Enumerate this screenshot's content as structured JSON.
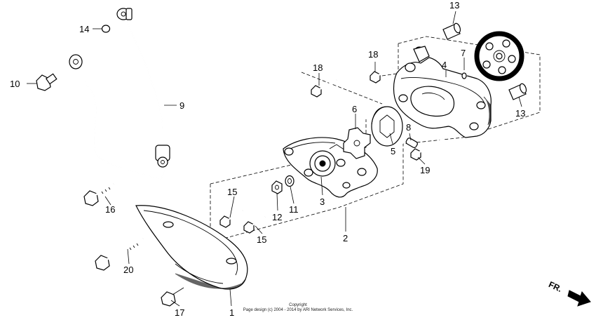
{
  "diagram": {
    "labels": {
      "p1": "1",
      "p2": "2",
      "p3": "3",
      "p4": "4",
      "p5": "5",
      "p6": "6",
      "p7": "7",
      "p8": "8",
      "p9": "9",
      "p10": "10",
      "p11": "11",
      "p12": "12",
      "p13a": "13",
      "p13b": "13",
      "p14": "14",
      "p15a": "15",
      "p15b": "15",
      "p16": "16",
      "p17": "17",
      "p18": "18",
      "p19": "19",
      "p20": "20"
    },
    "copyright_title": "Copyright",
    "copyright_text": "Page design (c) 2004 - 2014 by ARI Network Services, Inc.",
    "direction_label": "FR."
  }
}
